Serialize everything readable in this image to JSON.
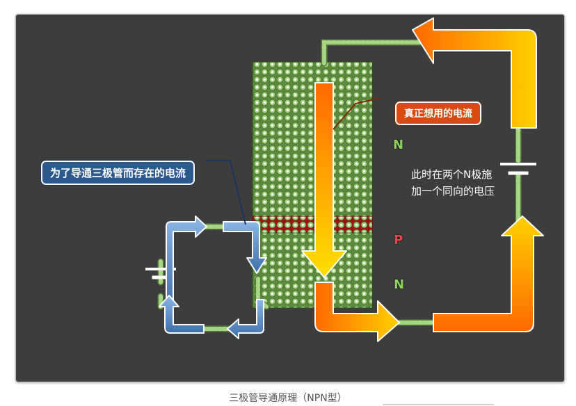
{
  "diagram": {
    "caption": "三极管导通原理（NPN型）",
    "labels": {
      "bias_current": "为了导通三极管而存在的电流",
      "main_current": "真正想用的电流",
      "voltage_note_line1": "此时在两个N极施",
      "voltage_note_line2": "加一个同向的电压"
    },
    "regions": {
      "top": "N",
      "middle": "P",
      "bottom": "N"
    },
    "colors": {
      "background": "#3d3d3d",
      "n_region": "#6f9a4e",
      "p_region": "#b01818",
      "bias_arrow": "#4f86c6",
      "main_arrow_start": "#ffd400",
      "main_arrow_end": "#ff5a00",
      "bias_label": "#2d5a8e",
      "main_label": "#d84a10"
    }
  }
}
